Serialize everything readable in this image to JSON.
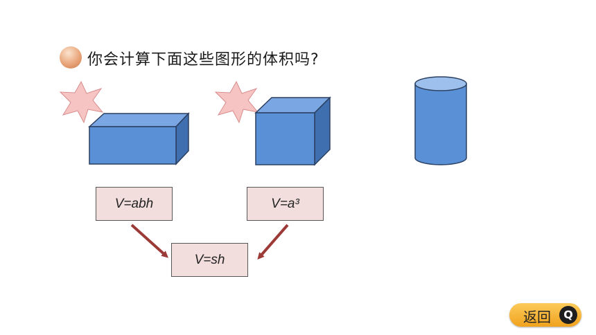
{
  "question": "你会计算下面这些图形的体积吗?",
  "formulas": {
    "cuboid": "V=abh",
    "cube": "V=a³",
    "general": "V=sh"
  },
  "back_button": {
    "label": "返回",
    "icon_glyph": "Q"
  },
  "colors": {
    "shape_blue": "#5a90d6",
    "arrow": "#9b3a36",
    "star": "#f7c4c4",
    "formula_bg": "#f3dede",
    "button": "#f5b133"
  }
}
